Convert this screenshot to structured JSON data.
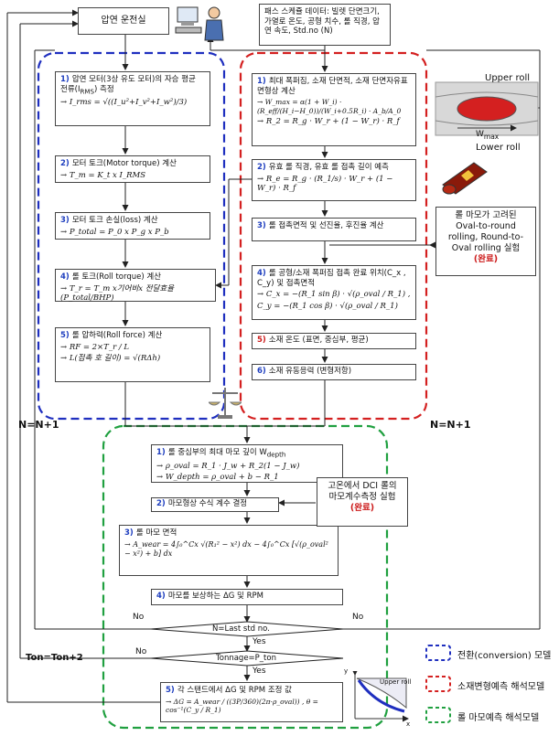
{
  "control_room": "압연 운전실",
  "pass_schedule": "패스 스케쥴 데이터: 빌렛 단면크기, 가열로 온도, 공형 치수, 롤 직경, 압연 속도, Std.no (N)",
  "conversion": {
    "b1": {
      "num": "1)",
      "title": "압연 모터(3상 유도 모터)의 자승 평균 전류(I",
      "sub": "RMS",
      "tail": ") 측정",
      "formula": "→ I_rms = √((I_u²+I_v²+I_w²)/3)"
    },
    "b2": {
      "num": "2)",
      "title": "모터 토크(Motor torque) 계산",
      "formula": "→ T_m = K_t x I_RMS"
    },
    "b3": {
      "num": "3)",
      "title": "모터 토크 손실(loss) 계산",
      "formula": "→ P_total = P_0 x P_g x P_b"
    },
    "b4": {
      "num": "4)",
      "title": "롤 토크(Roll torque) 계산",
      "formula": "→ T_r = T_m x기어비x 전달효율(P_total/BHP)"
    },
    "b5": {
      "num": "5)",
      "title": "롤 압하력(Roll force) 계산",
      "formula1": "→ RF = 2×T_r / L",
      "formula2": "→ L(접촉 호 길이) = √(RΔh)"
    }
  },
  "deformation": {
    "b1": {
      "num": "1)",
      "title": "최대 폭퍼짐, 소재 단면적, 소재 단면자유표면형상 계산",
      "formula1": "→ W_max = α(1 + W_i) · (R_eff/(H_i−H_0))/(W_i+0.5R_i) · A_b/A_0",
      "formula2": "→ R_2 = R_g · W_r + (1 − W_r) · R_f"
    },
    "b2": {
      "num": "2)",
      "title": "유효 롤 직경, 유효 롤 접촉 길이 예측",
      "formula": "→ R_e = R_g · (R_1/s) · W_r + (1 − W_r) · R_f"
    },
    "b3": {
      "num": "3)",
      "title": "롤 접촉면적 및 선진율, 후진율 계산"
    },
    "b4": {
      "num": "4)",
      "title": "롤 공형/소재 폭퍼짐 접촉 완료 위치(C_x , C_y) 및 접촉면적",
      "formula1": "→ C_x = −(R_1 sin β) · √(ρ_oval / R_1) ,",
      "formula2": "C_y = −(R_1 cos β) · √(ρ_oval / R_1)"
    },
    "b5": {
      "num": "5)",
      "title": "소재 온도 (표면, 중심부, 평균)"
    },
    "b6": {
      "num": "6)",
      "title": "소재 유동응력 (변형저항)"
    }
  },
  "wear": {
    "b1": {
      "num": "1)",
      "title": "롤 중심부의 최대 마모 깊이 W",
      "sub": "depth",
      "formula1": "→ ρ_oval = R_1 · J_w + R_2(1 − J_w)",
      "formula2": "→ W_depth = ρ_oval + b − R_1"
    },
    "b2": {
      "num": "2)",
      "title": "마모형상 수식 계수 결정"
    },
    "b3": {
      "num": "3)",
      "title": "롤 마모 면적",
      "formula": "→ A_wear = 4∫₀^Cx √(R₁² − x²) dx − 4∫₀^Cx [√(ρ_oval² − x²) + b] dx"
    },
    "b4": {
      "num": "4)",
      "title": "마모를 보상하는 ΔG 및 RPM"
    },
    "b5": {
      "num": "5)",
      "title": "각 스탠드에서 ΔG 및 RPM 조정 값",
      "formula": "→ ΔG = A_wear / ((3P/360)(2π·ρ_oval)) ,  θ = cos⁻¹(C_y / R_1)"
    }
  },
  "decisions": {
    "d1": "N=Last std no.",
    "d2": "Tonnage=P_ton"
  },
  "labels": {
    "no1": "No",
    "no2": "No",
    "no3": "No",
    "yes1": "Yes",
    "yes2": "Yes",
    "n_left": "N=N+1",
    "n_right": "N=N+1",
    "ton": "Ton=Ton+2"
  },
  "roll_pic": {
    "upper": "Upper roll",
    "lower": "Lower roll",
    "wmax": "W",
    "wmax_sub": "max"
  },
  "note_oval": {
    "l1": "롤 마모가 고려된",
    "l2": "Oval-to-round",
    "l3": "rolling, Round-to-",
    "l4": "Oval rolling 실험",
    "done": "(완료)"
  },
  "note_dci": {
    "l1": "고온에서 DCI 롤의",
    "l2": "마모계수측정 실험",
    "done": "(완료)"
  },
  "wear_plot": {
    "label": "Upper roll",
    "y": "y",
    "x": "x"
  },
  "legend": [
    {
      "label": "전환(conversion) 모델",
      "color": "#1f2fbf"
    },
    {
      "label": "소재변형예측 해석모델",
      "color": "#d42020"
    },
    {
      "label": "롤 마모예측 해석모델",
      "color": "#20a040"
    }
  ]
}
